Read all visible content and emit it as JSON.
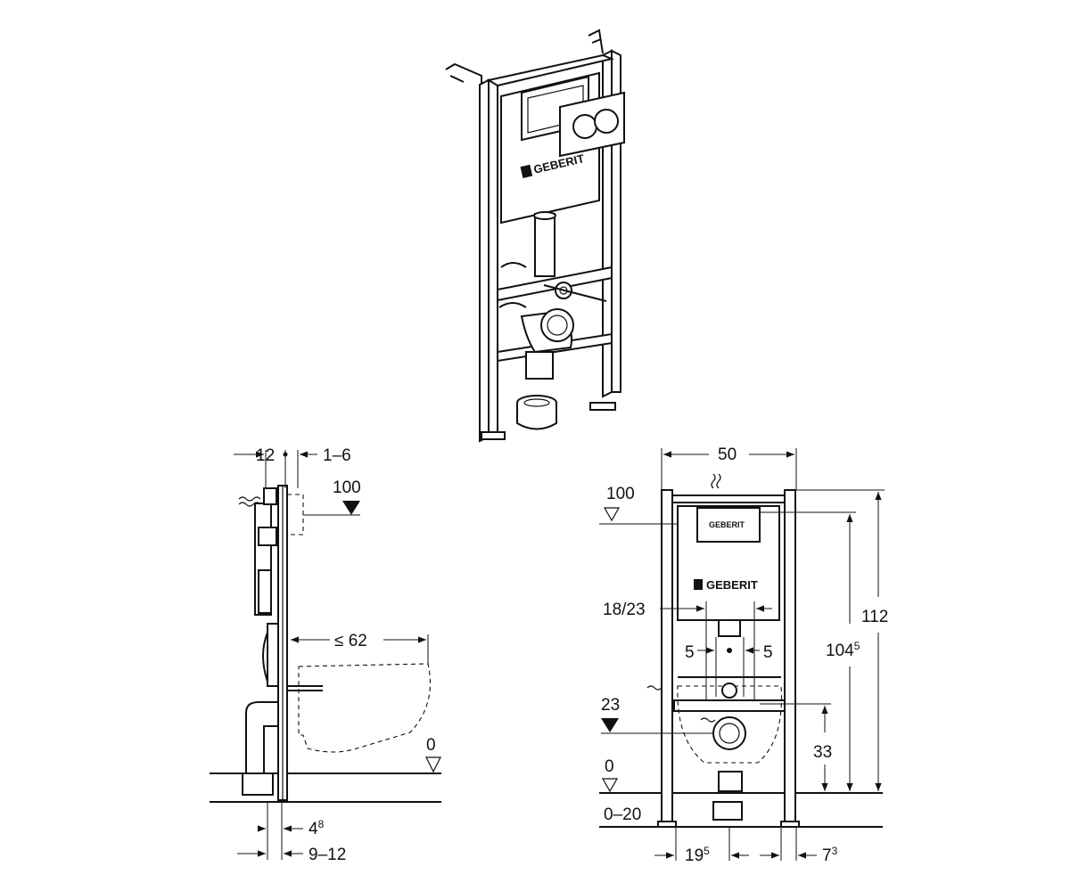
{
  "brand": {
    "logo_text": "GEBERIT"
  },
  "side_view": {
    "dim_top_left": "12",
    "dim_top_right": "1–6",
    "level_top": "100",
    "dim_reach": "≤ 62",
    "level_floor": "0",
    "dim_bottom_1": "4",
    "dim_bottom_1_sup": "8",
    "dim_bottom_2": "9–12"
  },
  "front_view": {
    "dim_width": "50",
    "level_top": "100",
    "dim_outlet_spacing": "18/23",
    "dim_left_offset": "5",
    "dim_right_offset": "5",
    "dim_total_height": "112",
    "dim_frame_height": "104",
    "dim_frame_height_sup": "5",
    "level_connection": "23",
    "dim_connection_height": "33",
    "level_floor": "0",
    "dim_floor_range": "0–20",
    "dim_bottom_center": "19",
    "dim_bottom_center_sup": "5",
    "dim_bottom_right": "7",
    "dim_bottom_right_sup": "3"
  },
  "icons": [
    "arrow-head-icon",
    "level-triangle-icon",
    "water-supply-wave-icon"
  ]
}
